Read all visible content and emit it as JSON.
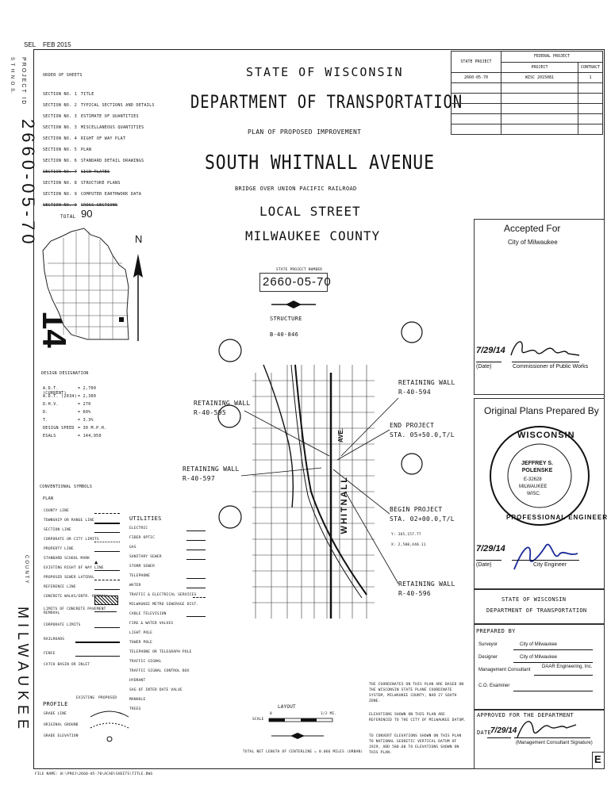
{
  "header": {
    "sel": "SEL",
    "date": "FEB 2015"
  },
  "side_left": {
    "project_id_label": "PROJECT ID",
    "project_id_sub": "S T H   N O S.",
    "project_number": "2660-05-70",
    "sheet_number": "14",
    "county_label": "COUNTY",
    "county_name": "MILWAUKEE"
  },
  "order_of_sheets": {
    "heading": "ORDER OF SHEETS",
    "sections": [
      {
        "label": "SECTION NO.  1",
        "desc": "TITLE",
        "strike": false
      },
      {
        "label": "SECTION NO.  2",
        "desc": "TYPICAL SECTIONS AND DETAILS",
        "strike": false
      },
      {
        "label": "SECTION NO.  3",
        "desc": "ESTIMATE OF QUANTITIES",
        "strike": false
      },
      {
        "label": "SECTION NO.  3",
        "desc": "MISCELLANEOUS QUANTITIES",
        "strike": false
      },
      {
        "label": "SECTION NO.  4",
        "desc": "RIGHT OF WAY PLAT",
        "strike": false
      },
      {
        "label": "SECTION NO.  5",
        "desc": "PLAN",
        "strike": false
      },
      {
        "label": "SECTION NO.  6",
        "desc": "STANDARD DETAIL DRAWINGS",
        "strike": false
      },
      {
        "label": "SECTION NO.  7",
        "desc": "SIGN PLATES",
        "strike": true
      },
      {
        "label": "SECTION NO.  8",
        "desc": "STRUCTURE PLANS",
        "strike": false
      },
      {
        "label": "SECTION NO.  9",
        "desc": "COMPUTER EARTHWORK DATA",
        "strike": false
      },
      {
        "label": "SECTION NO.  9",
        "desc": "CROSS SECTIONS",
        "strike": true
      }
    ],
    "total_label": "TOTAL",
    "total_value": "90"
  },
  "titles": {
    "state": "STATE OF WISCONSIN",
    "dept": "DEPARTMENT OF TRANSPORTATION",
    "plan": "PLAN OF PROPOSED IMPROVEMENT",
    "street": "SOUTH WHITNALL AVENUE",
    "bridge": "BRIDGE OVER UNION PACIFIC RAILROAD",
    "local": "LOCAL STREET",
    "county": "MILWAUKEE COUNTY"
  },
  "project_table": {
    "state_project_label": "STATE PROJECT",
    "federal_project_label": "FEDERAL PROJECT",
    "project_label": "PROJECT",
    "contract_label": "CONTRACT",
    "state_project": "2660-05-70",
    "federal_project": "WISC 2015081",
    "contract": "1"
  },
  "state_project_number": {
    "label": "STATE PROJECT NUMBER",
    "value": "2660-05-70"
  },
  "structure": {
    "label": "STRUCTURE",
    "id": "B-40-846"
  },
  "north": "N",
  "design": {
    "heading": "DESIGN DESIGNATION",
    "rows": [
      {
        "k": "A.D.T. (CURRENT)",
        "v": "= 2,700"
      },
      {
        "k": "A.D.T. (2034)",
        "v": "= 2,300"
      },
      {
        "k": "D.H.V.",
        "v": "= 270"
      },
      {
        "k": "D.",
        "v": "= 60%"
      },
      {
        "k": "T.",
        "v": "= 3.3%"
      },
      {
        "k": "DESIGN SPEED",
        "v": "= 30 M.P.H."
      },
      {
        "k": "ESALS",
        "v": "= 144,950"
      }
    ]
  },
  "callouts": {
    "rw595": [
      "RETAINING WALL",
      "R-40-595"
    ],
    "rw594": [
      "RETAINING WALL",
      "R-40-594"
    ],
    "rw597": [
      "RETAINING WALL",
      "R-40-597"
    ],
    "rw596": [
      "RETAINING WALL",
      "R-40-596"
    ],
    "end": [
      "END PROJECT",
      "STA. 05+50.0,T/L"
    ],
    "begin": [
      "BEGIN PROJECT",
      "STA. 02+00.0,T/L"
    ],
    "y": "Y: 365,157.77",
    "x": "X: 2,500,440.11"
  },
  "map_labels": {
    "whitnall": "WHITNALL",
    "ave": "AVE."
  },
  "conventional": {
    "heading": "CONVENTIONAL SYMBOLS",
    "plan": "PLAN",
    "items": [
      "COUNTY LINE",
      "TOWNSHIP OR RANGE LINE",
      "SECTION LINE",
      "CORPORATE OR CITY LIMITS",
      "PROPERTY LINE",
      "STANDARD SCHOOL MARK",
      "EXISTING RIGHT OF WAY LINE",
      "PROPOSED SEWER LATERAL",
      "REFERENCE LINE",
      "CONCRETE WALKS/ENTR. REMOVAL",
      "LIMITS OF CONCRETE PAVEMENT REMOVAL",
      "",
      "CORPORATE LIMITS",
      "",
      "RAILROADS",
      "",
      "FENCE",
      "CATCH BASIN OR INLET"
    ],
    "existing": "EXISTING",
    "proposed": "PROPOSED",
    "profile": "PROFILE",
    "profile_items": [
      "GRADE LINE",
      "ORIGINAL GROUND",
      "GRADE ELEVATION"
    ]
  },
  "utilities": {
    "heading": "UTILITIES",
    "items": [
      "ELECTRIC",
      "FIBER OPTIC",
      "GAS",
      "SANITARY SEWER",
      "STORM SEWER",
      "TELEPHONE",
      "WATER",
      "TRAFFIC & ELECTRICAL SERVICES",
      "MILWAUKEE METRO SEWERAGE DIST.",
      "CABLE TELEVISION",
      "FIRE & WATER VALVES",
      "LIGHT POLE",
      "TOWER POLE",
      "TELEPHONE OR TELEGRAPH POLE",
      "TRAFFIC SIGNAL",
      "TRAFFIC SIGNAL CONTROL BOX",
      "HYDRANT",
      "SAG OF INTER DATE VALVE",
      "MANHOLE",
      "TREES"
    ]
  },
  "notes": {
    "coords": "THE COORDINATES ON THIS PLAN ARE BASED ON THE WISCONSIN STATE PLANE COORDINATE SYSTEM, MILWAUKEE COUNTY, NAD 27 SOUTH ZONE.",
    "elev": "ELEVATIONS SHOWN ON THIS PLAN ARE REFERENCED TO THE CITY OF MILWAUKEE DATUM.",
    "convert": "TO CONVERT ELEVATIONS SHOWN ON THIS PLAN TO NATIONAL GEODETIC VERTICAL DATUM OF 1929, ADD 580.60 TO ELEVATIONS SHOWN ON THIS PLAN."
  },
  "layout": {
    "label": "LAYOUT",
    "scale": "SCALE",
    "scale_value": "0",
    "mi": "1/2 MI.",
    "total_length": "TOTAL NET LENGTH OF CENTERLINE = 0.066 MILES (URBAN)"
  },
  "accepted": {
    "heading": "Accepted For",
    "entity": "City of Milwaukee",
    "date": "7/29/14",
    "date_label": "(Date)",
    "signer": "Commissioner of Public Works"
  },
  "original_plans": {
    "heading": "Original Plans Prepared By",
    "seal_state": "WISCONSIN",
    "seal_name": "JEFFREY S. POLENSKE",
    "seal_num": "E-32628",
    "seal_city": "MILWAUKEE",
    "seal_wi": "WISC.",
    "seal_prof": "PROFESSIONAL ENGINEER",
    "date": "7/29/14",
    "date_label": "(Date)",
    "signer": "City Engineer"
  },
  "state_box": {
    "line1": "STATE OF WISCONSIN",
    "line2": "DEPARTMENT OF TRANSPORTATION"
  },
  "prepared_by": {
    "heading": "PREPARED BY",
    "rows": [
      {
        "k": "Surveyor",
        "v": "City of Milwaukee"
      },
      {
        "k": "Designer",
        "v": "City of Milwaukee"
      },
      {
        "k": "Management Consultant",
        "v": "DAAR Engineering, Inc."
      },
      {
        "k": "C.O. Examiner",
        "v": ""
      }
    ]
  },
  "approved": {
    "heading": "APPROVED FOR THE DEPARTMENT",
    "date_label": "DATE",
    "date": "7/29/14",
    "sig_label": "(Management Consultant Signature)"
  },
  "sheet_letter": "E",
  "footer": "FILE NAME: W:\\PROJ\\2660-05-70\\ACAD\\SHEETS\\TITLE.DWG"
}
